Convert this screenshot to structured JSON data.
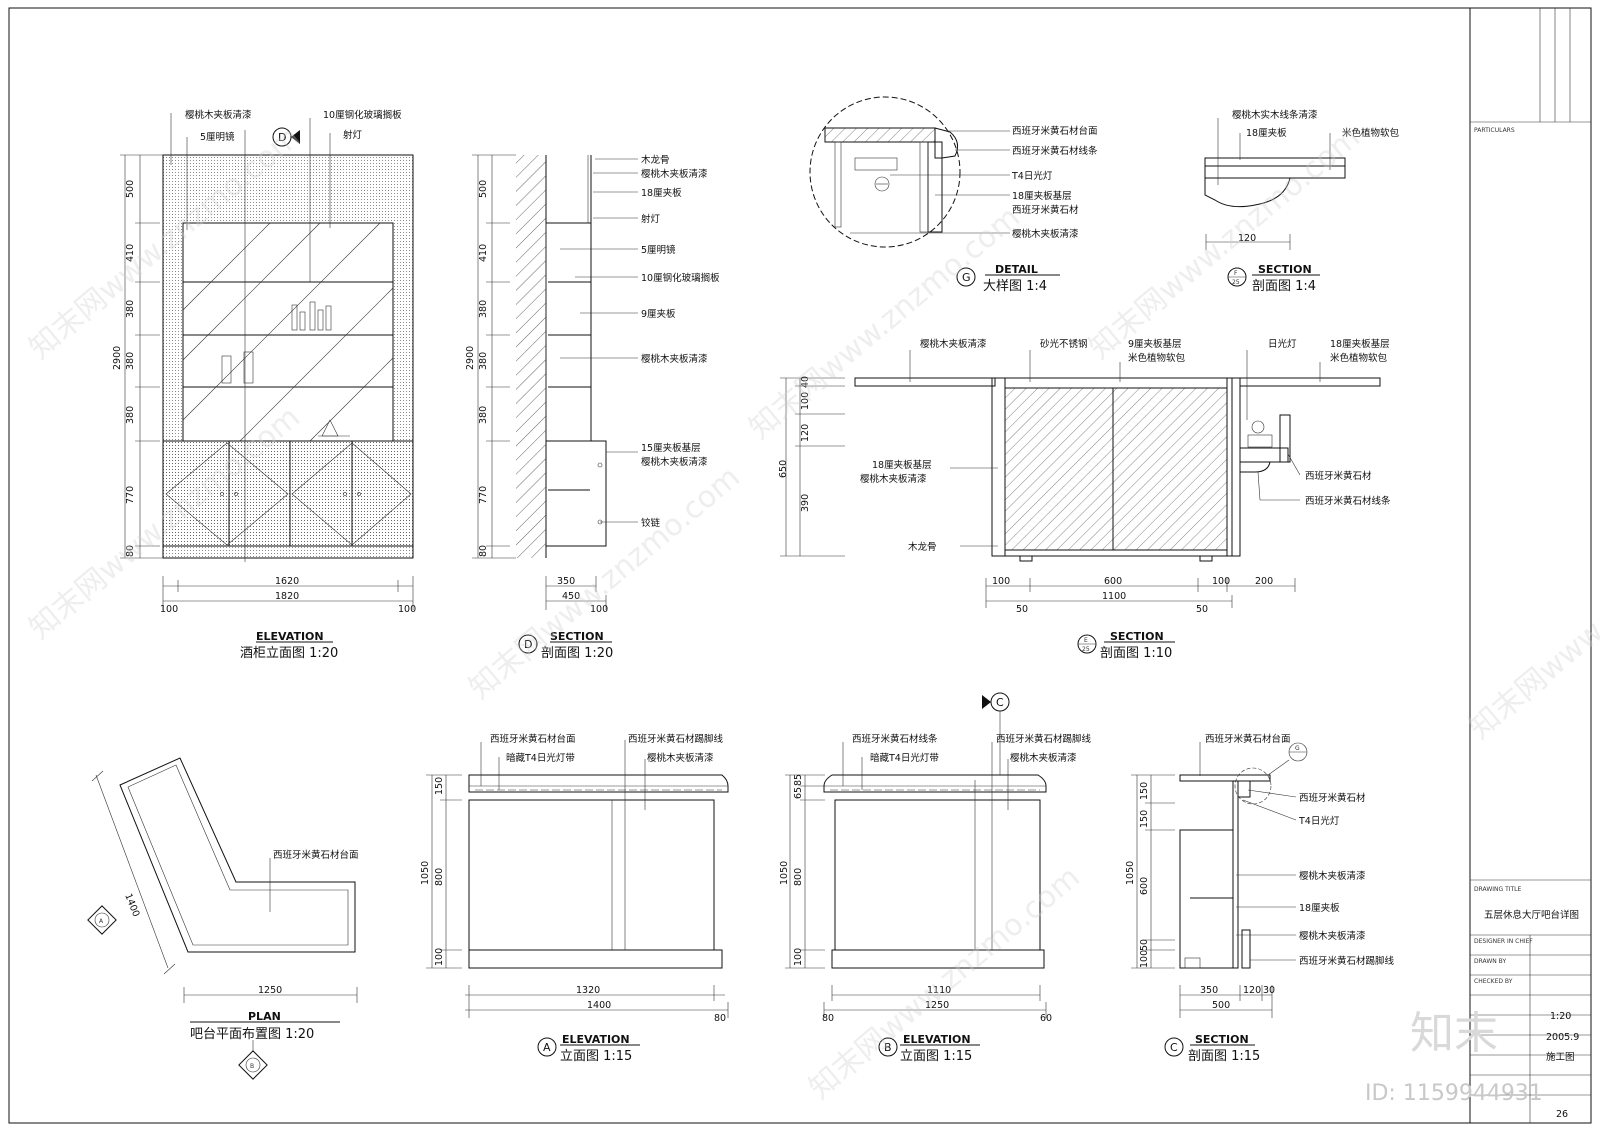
{
  "views": {
    "wine_cabinet": {
      "title_en": "ELEVATION",
      "title_cn": "酒柜立面图 1:20",
      "labels": [
        "樱桃木夹板清漆",
        "5厘明镜",
        "10厘钢化玻璃搁板",
        "射灯"
      ],
      "callout": "D",
      "dims_v": [
        "500",
        "410",
        "380",
        "380",
        "380",
        "770",
        "80",
        "2900"
      ],
      "dims_h": [
        "1620",
        "1820",
        "100",
        "100"
      ]
    },
    "cabinet_section": {
      "marker": "D",
      "title_en": "SECTION",
      "title_cn": "剖面图 1:20",
      "labels": [
        "木龙骨",
        "樱桃木夹板清漆",
        "18厘夹板",
        "射灯",
        "5厘明镜",
        "10厘钢化玻璃搁板",
        "9厘夹板",
        "樱桃木夹板清漆",
        "15厘夹板基层",
        "樱桃木夹板清漆",
        "铰链"
      ],
      "dims_v": [
        "500",
        "410",
        "380",
        "380",
        "380",
        "770",
        "80",
        "2900"
      ],
      "dims_h": [
        "350",
        "450",
        "100"
      ]
    },
    "detail_g": {
      "marker": "G",
      "title_en": "DETAIL",
      "title_cn": "大样图 1:4",
      "labels": [
        "西班牙米黄石材台面",
        "西班牙米黄石材线条",
        "T4日光灯",
        "18厘夹板基层",
        "西班牙米黄石材",
        "樱桃木夹板清漆"
      ]
    },
    "section_f": {
      "marker": "F",
      "sheet": "25",
      "title_en": "SECTION",
      "title_cn": "剖面图 1:4",
      "labels": [
        "樱桃木实木线条清漆",
        "18厘夹板",
        "米色植物软包"
      ],
      "dims_h": [
        "120"
      ]
    },
    "section_e": {
      "marker": "E",
      "sheet": "25",
      "title_en": "SECTION",
      "title_cn": "剖面图 1:10",
      "labels": [
        "樱桃木夹板清漆",
        "砂光不锈钢",
        "9厘夹板基层",
        "米色植物软包",
        "日光灯",
        "18厘夹板基层",
        "米色植物软包",
        "18厘夹板基层",
        "樱桃木夹板清漆",
        "西班牙米黄石材",
        "西班牙米黄石材线条",
        "木龙骨"
      ],
      "dims_v": [
        "40",
        "100",
        "120",
        "390",
        "650"
      ],
      "dims_h": [
        "100",
        "600",
        "100",
        "200",
        "1100",
        "50",
        "50"
      ]
    },
    "plan": {
      "title_en": "PLAN",
      "title_cn": "吧台平面布置图 1:20",
      "labels": [
        "西班牙米黄石材台面"
      ],
      "dims": [
        "1400",
        "1250"
      ],
      "markers": [
        "A",
        "B"
      ]
    },
    "elevation_a": {
      "marker": "A",
      "title_en": "ELEVATION",
      "title_cn": "立面图 1:15",
      "labels": [
        "西班牙米黄石材台面",
        "西班牙米黄石材踢脚线",
        "暗藏T4日光灯带",
        "樱桃木夹板清漆"
      ],
      "dims_v": [
        "150",
        "800",
        "100",
        "1050"
      ],
      "dims_h": [
        "1320",
        "1400",
        "80"
      ]
    },
    "elevation_b": {
      "marker": "B",
      "title_en": "ELEVATION",
      "title_cn": "立面图 1:15",
      "labels": [
        "西班牙米黄石材线条",
        "西班牙米黄石材踢脚线",
        "暗藏T4日光灯带",
        "樱桃木夹板清漆"
      ],
      "callout": "C",
      "dims_v": [
        "85",
        "65",
        "800",
        "100",
        "1050"
      ],
      "dims_h": [
        "1110",
        "1250",
        "80",
        "60"
      ]
    },
    "section_c": {
      "marker": "C",
      "title_en": "SECTION",
      "title_cn": "剖面图 1:15",
      "labels": [
        "西班牙米黄石材台面",
        "西班牙米黄石材",
        "T4日光灯",
        "樱桃木夹板清漆",
        "18厘夹板",
        "樱桃木夹板清漆",
        "西班牙米黄石材踢脚线"
      ],
      "callout": "G",
      "dims_v": [
        "150",
        "150",
        "600",
        "50",
        "100",
        "1050"
      ],
      "dims_h": [
        "350",
        "120",
        "30",
        "500"
      ]
    }
  },
  "title_block": {
    "particulars": "PARTICULARS",
    "drawing_title_label": "DRAWING TITLE",
    "drawing_title": "五层休息大厅吧台详图",
    "designer_label": "DESIGNER IN CHIEF",
    "drawn_label": "DRAWN BY",
    "checked_label": "CHECKED BY",
    "scale": "1:20",
    "date": "2005.9",
    "stage": "施工图",
    "sheet_no": "26"
  },
  "watermark": {
    "text": "知末网www.znzmo.com",
    "logo": "知末",
    "id": "ID: 1159944931"
  }
}
